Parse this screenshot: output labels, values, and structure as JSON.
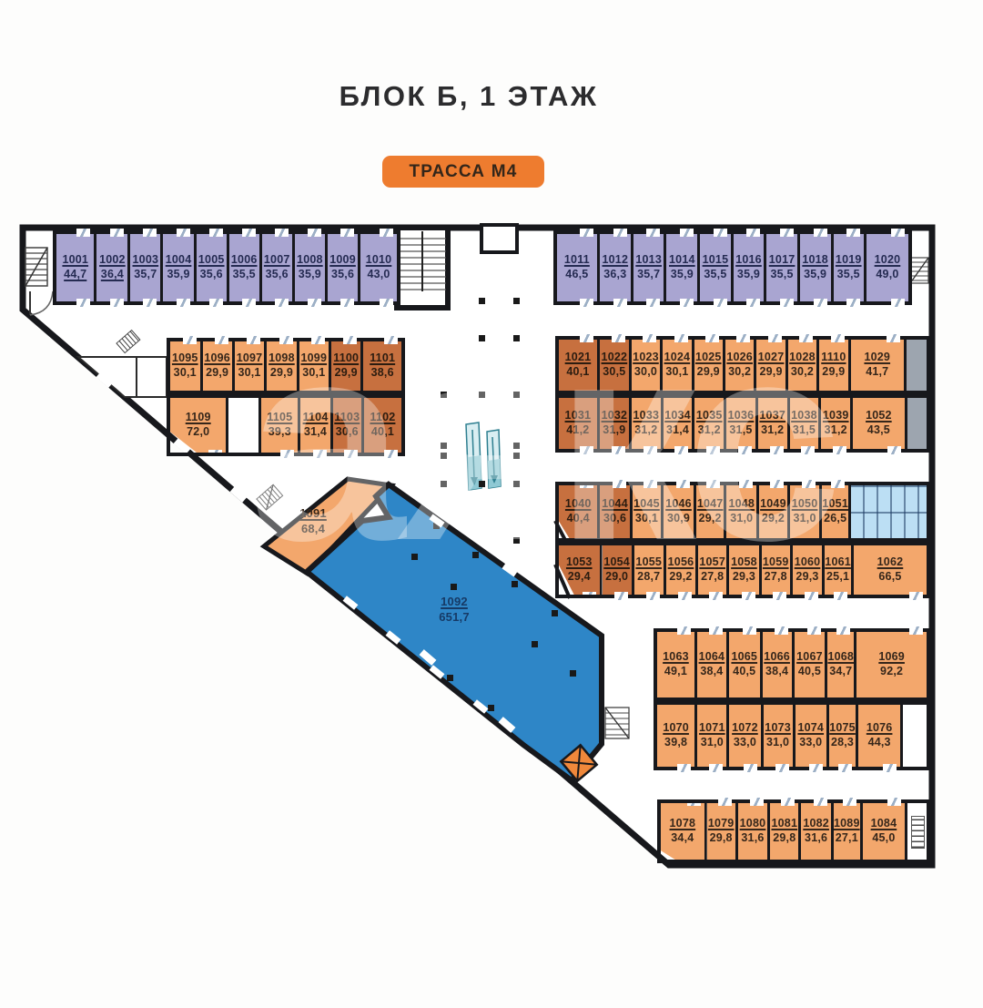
{
  "title": "БЛОК Б, 1 ЭТАЖ",
  "road_badge": "ТРАССА М4",
  "watermark": "аякс",
  "colors": {
    "wall": "#17181c",
    "purple": "#A9A5D1",
    "orange_light": "#F3A76C",
    "orange_dark": "#C7703F",
    "blue": "#2E86C7",
    "wc_blue": "#BCDFF4",
    "gray": "#9DA5AF",
    "badge_orange": "#EE7C2F",
    "escalator_teal": "#8FC9D4"
  },
  "rows": {
    "purple_left": {
      "variant": "purple",
      "cells": [
        {
          "num": "1001",
          "area": "44,7",
          "area_underline": true
        },
        {
          "num": "1002",
          "area": "36,4",
          "area_underline": true
        },
        {
          "num": "1003",
          "area": "35,7"
        },
        {
          "num": "1004",
          "area": "35,9"
        },
        {
          "num": "1005",
          "area": "35,6"
        },
        {
          "num": "1006",
          "area": "35,5"
        },
        {
          "num": "1007",
          "area": "35,6"
        },
        {
          "num": "1008",
          "area": "35,9"
        },
        {
          "num": "1009",
          "area": "35,6"
        },
        {
          "num": "1010",
          "area": "43,0"
        }
      ]
    },
    "purple_right": {
      "variant": "purple",
      "cells": [
        {
          "num": "1011",
          "area": "46,5"
        },
        {
          "num": "1012",
          "area": "36,3"
        },
        {
          "num": "1013",
          "area": "35,7"
        },
        {
          "num": "1014",
          "area": "35,9"
        },
        {
          "num": "1015",
          "area": "35,5"
        },
        {
          "num": "1016",
          "area": "35,9"
        },
        {
          "num": "1017",
          "area": "35,5"
        },
        {
          "num": "1018",
          "area": "35,9"
        },
        {
          "num": "1019",
          "area": "35,5"
        },
        {
          "num": "1020",
          "area": "49,0"
        }
      ]
    },
    "left1": {
      "variant": "light",
      "cells": [
        {
          "num": "1095",
          "area": "30,1"
        },
        {
          "num": "1096",
          "area": "29,9"
        },
        {
          "num": "1097",
          "area": "30,1"
        },
        {
          "num": "1098",
          "area": "29,9"
        },
        {
          "num": "1099",
          "area": "30,1"
        },
        {
          "num": "1100",
          "area": "29,9",
          "variant": "dark"
        },
        {
          "num": "1101",
          "area": "38,6",
          "variant": "dark"
        }
      ]
    },
    "left2": {
      "variant": "light",
      "cells": [
        {
          "num": "1109",
          "area": "72,0"
        },
        {
          "type": "gap"
        },
        {
          "num": "1105",
          "area": "39,3"
        },
        {
          "num": "1104",
          "area": "31,4"
        },
        {
          "num": "1103",
          "area": "30,6",
          "variant": "dark"
        },
        {
          "num": "1102",
          "area": "40,1",
          "variant": "dark"
        }
      ]
    },
    "right1": {
      "variant": "light",
      "cells": [
        {
          "num": "1021",
          "area": "40,1",
          "variant": "dark"
        },
        {
          "num": "1022",
          "area": "30,5",
          "variant": "dark"
        },
        {
          "num": "1023",
          "area": "30,0"
        },
        {
          "num": "1024",
          "area": "30,1"
        },
        {
          "num": "1025",
          "area": "29,9"
        },
        {
          "num": "1026",
          "area": "30,2"
        },
        {
          "num": "1027",
          "area": "29,9"
        },
        {
          "num": "1028",
          "area": "30,2"
        },
        {
          "num": "1110",
          "area": "29,9"
        },
        {
          "num": "1029",
          "area": "41,7"
        },
        {
          "type": "gray"
        }
      ]
    },
    "right2": {
      "variant": "light",
      "cells": [
        {
          "num": "1031",
          "area": "41,2",
          "variant": "dark"
        },
        {
          "num": "1032",
          "area": "31,9",
          "variant": "dark"
        },
        {
          "num": "1033",
          "area": "31,2"
        },
        {
          "num": "1034",
          "area": "31,4"
        },
        {
          "num": "1035",
          "area": "31,2"
        },
        {
          "num": "1036",
          "area": "31,5"
        },
        {
          "num": "1037",
          "area": "31,2"
        },
        {
          "num": "1038",
          "area": "31,5"
        },
        {
          "num": "1039",
          "area": "31,2"
        },
        {
          "num": "1052",
          "area": "43,5"
        },
        {
          "type": "gray"
        }
      ]
    },
    "right3": {
      "variant": "light",
      "cells": [
        {
          "num": "1040",
          "area": "40,4",
          "variant": "dark"
        },
        {
          "num": "1044",
          "area": "30,6",
          "variant": "dark"
        },
        {
          "num": "1045",
          "area": "30,1"
        },
        {
          "num": "1046",
          "area": "30,9"
        },
        {
          "num": "1047",
          "area": "29,2"
        },
        {
          "num": "1048",
          "area": "31,0"
        },
        {
          "num": "1049",
          "area": "29,2"
        },
        {
          "num": "1050",
          "area": "31,0"
        },
        {
          "num": "1051",
          "area": "26,5"
        },
        {
          "type": "wc"
        }
      ]
    },
    "right4": {
      "variant": "light",
      "cells": [
        {
          "num": "1053",
          "area": "29,4",
          "variant": "dark"
        },
        {
          "num": "1054",
          "area": "29,0",
          "variant": "dark"
        },
        {
          "num": "1055",
          "area": "28,7"
        },
        {
          "num": "1056",
          "area": "29,2"
        },
        {
          "num": "1057",
          "area": "27,8"
        },
        {
          "num": "1058",
          "area": "29,3"
        },
        {
          "num": "1059",
          "area": "27,8"
        },
        {
          "num": "1060",
          "area": "29,3"
        },
        {
          "num": "1061",
          "area": "25,1"
        },
        {
          "num": "1062",
          "area": "66,5"
        }
      ]
    },
    "right5": {
      "variant": "light",
      "cells": [
        {
          "num": "1063",
          "area": "49,1"
        },
        {
          "num": "1064",
          "area": "38,4"
        },
        {
          "num": "1065",
          "area": "40,5"
        },
        {
          "num": "1066",
          "area": "38,4"
        },
        {
          "num": "1067",
          "area": "40,5"
        },
        {
          "num": "1068",
          "area": "34,7"
        },
        {
          "num": "1069",
          "area": "92,2"
        }
      ]
    },
    "right6": {
      "variant": "light",
      "cells": [
        {
          "num": "1070",
          "area": "39,8"
        },
        {
          "num": "1071",
          "area": "31,0"
        },
        {
          "num": "1072",
          "area": "33,0"
        },
        {
          "num": "1073",
          "area": "31,0"
        },
        {
          "num": "1074",
          "area": "33,0"
        },
        {
          "num": "1075",
          "area": "28,3"
        },
        {
          "num": "1076",
          "area": "44,3"
        },
        {
          "type": "white"
        }
      ]
    },
    "right7": {
      "variant": "light",
      "cells": [
        {
          "num": "1078",
          "area": "34,4"
        },
        {
          "num": "1079",
          "area": "29,8"
        },
        {
          "num": "1080",
          "area": "31,6"
        },
        {
          "num": "1081",
          "area": "29,8"
        },
        {
          "num": "1082",
          "area": "31,6"
        },
        {
          "num": "1089",
          "area": "27,1"
        },
        {
          "num": "1084",
          "area": "45,0"
        },
        {
          "type": "stairs"
        }
      ]
    }
  },
  "special_units": {
    "u1091": {
      "num": "1091",
      "area": "68,4"
    },
    "u1092": {
      "num": "1092",
      "area": "651,7"
    }
  }
}
